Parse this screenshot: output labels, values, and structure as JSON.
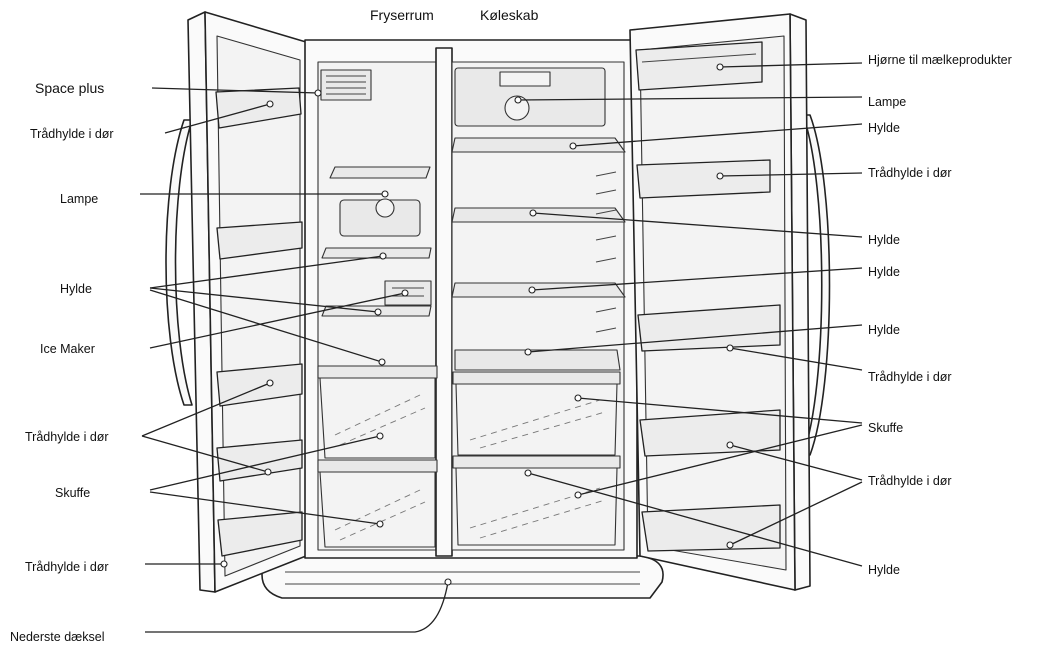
{
  "header": {
    "freezer_label": "Fryserrum",
    "fridge_label": "Køleskab"
  },
  "left_labels": [
    "Space plus",
    "Trådhylde i dør",
    "Lampe",
    "Hylde",
    "Ice Maker",
    "Trådhylde i dør",
    "Skuffe",
    "Trådhylde i dør",
    "Nederste dæksel"
  ],
  "right_labels": [
    "Hjørne til mælkeprodukter",
    "Lampe",
    "Hylde",
    "Trådhylde i dør",
    "Hylde",
    "Hylde",
    "Hylde",
    "Trådhylde i dør",
    "Skuffe",
    "Trådhylde i dør",
    "Hylde"
  ]
}
